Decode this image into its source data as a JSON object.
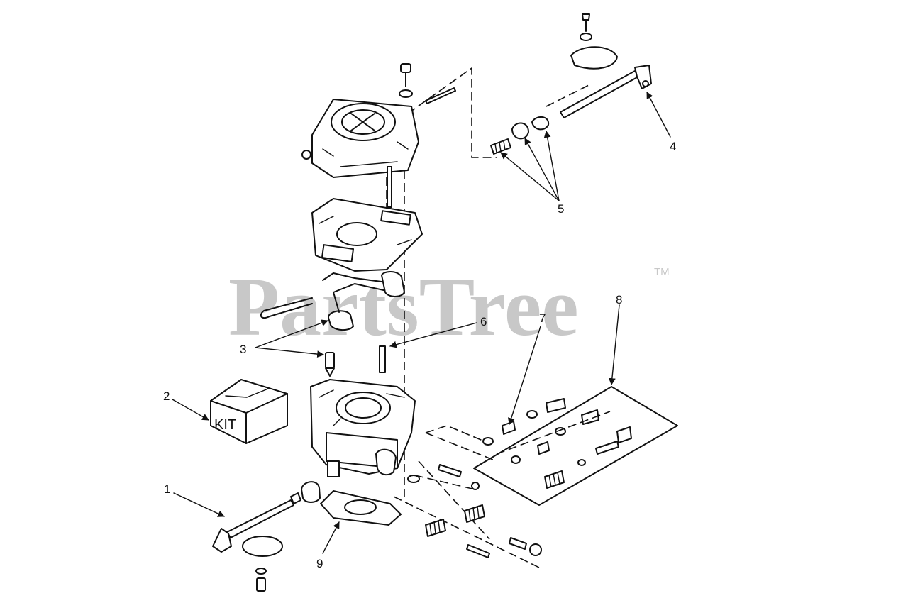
{
  "watermark": {
    "text": "PartsTree",
    "trademark": "TM"
  },
  "kit_label": "KIT",
  "callouts": {
    "c1": "1",
    "c2": "2",
    "c3": "3",
    "c4": "4",
    "c5": "5",
    "c6": "6",
    "c7": "7",
    "c8": "8",
    "c9": "9"
  }
}
